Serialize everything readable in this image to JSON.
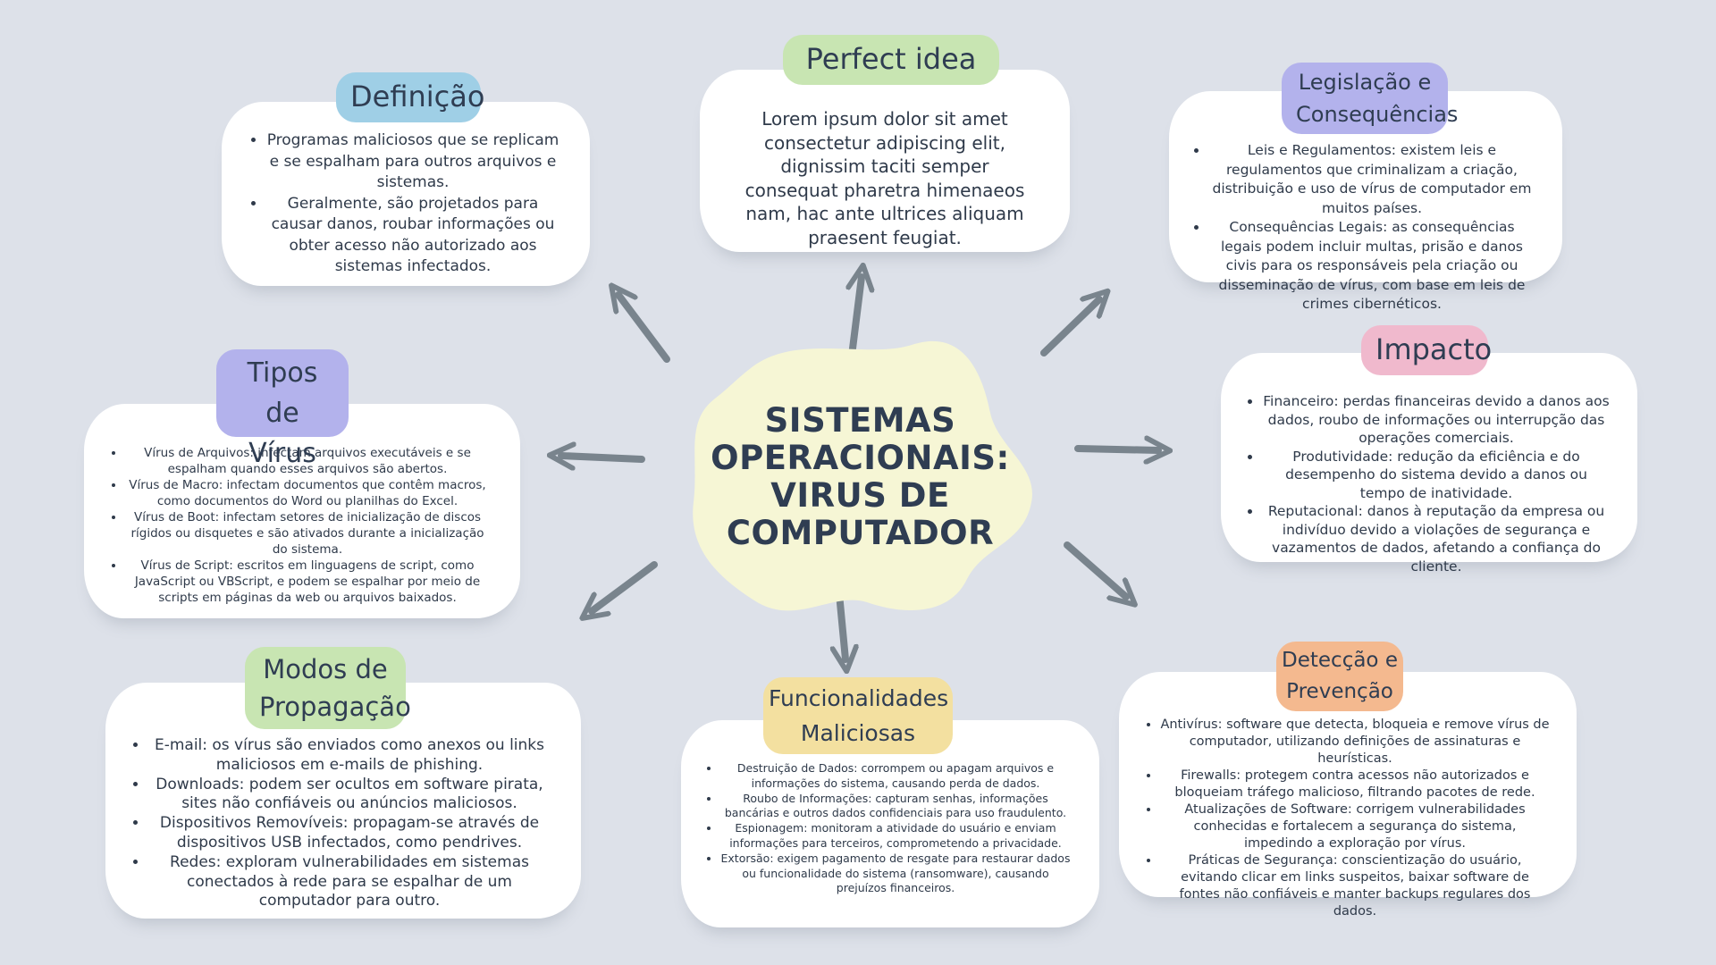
{
  "center": {
    "title_lines": [
      "SISTEMAS",
      "OPERACIONAIS:",
      "VIRUS DE",
      "COMPUTADOR"
    ]
  },
  "colors": {
    "background": "#dde1e9",
    "center_blob": "#f6f6d5",
    "arrow": "#79848d",
    "definicao": "#9fcfe6",
    "perfect_idea": "#c8e5b2",
    "legislacao": "#b3b2ec",
    "impacto": "#f0b9cd",
    "tipos": "#b3b2ec",
    "modos": "#c8e5b2",
    "funcionalidades": "#f3e0a0",
    "deteccao": "#f4b98f"
  },
  "definicao": {
    "title_lines": [
      "Definição"
    ],
    "items": [
      "Programas maliciosos que se replicam e se espalham para outros arquivos e sistemas.",
      "Geralmente, são projetados para causar danos, roubar informações ou obter acesso não autorizado aos sistemas infectados."
    ]
  },
  "perfect_idea": {
    "title_lines": [
      "Perfect  idea"
    ],
    "text": "Lorem ipsum dolor sit amet consectetur adipiscing elit, dignissim taciti semper consequat pharetra himenaeos nam, hac ante ultrices aliquam praesent feugiat."
  },
  "legislacao": {
    "title_lines": [
      "Legislação e",
      "Consequências"
    ],
    "items": [
      "Leis e Regulamentos: existem leis e regulamentos que criminalizam a criação, distribuição e uso de vírus de computador em muitos países.",
      "Consequências Legais: as consequências legais podem incluir multas, prisão e danos civis para os responsáveis pela criação ou disseminação de vírus, com base em leis de crimes cibernéticos."
    ]
  },
  "impacto": {
    "title_lines": [
      "Impacto"
    ],
    "items": [
      "Financeiro: perdas financeiras devido a danos aos dados, roubo de informações ou interrupção das operações comerciais.",
      "Produtividade: redução da eficiência e do desempenho do sistema devido a danos ou tempo de inatividade.",
      "Reputacional: danos à reputação da empresa ou indivíduo devido a violações de segurança e vazamentos de dados, afetando a confiança do cliente."
    ]
  },
  "tipos": {
    "title_lines": [
      "Tipos de",
      "Vírus"
    ],
    "items": [
      "Vírus de Arquivos: infectam arquivos executáveis e se espalham quando esses arquivos são abertos.",
      "Vírus de Macro: infectam documentos que contêm macros, como documentos do Word ou planilhas do Excel.",
      "Vírus de Boot: infectam setores de inicialização de discos rígidos ou disquetes e são ativados durante a inicialização do sistema.",
      "Vírus de Script: escritos em linguagens de script, como JavaScript ou VBScript, e podem se espalhar por meio de scripts em páginas da web ou arquivos baixados."
    ]
  },
  "modos": {
    "title_lines": [
      "Modos de",
      "Propagação"
    ],
    "items": [
      "E-mail: os vírus são enviados como anexos ou links maliciosos em e-mails de phishing.",
      "Downloads: podem ser ocultos em software pirata, sites não confiáveis ou anúncios maliciosos.",
      "Dispositivos Removíveis: propagam-se através de dispositivos USB infectados, como pendrives.",
      "Redes: exploram vulnerabilidades em sistemas conectados à rede para se espalhar de um computador para outro."
    ]
  },
  "funcionalidades": {
    "title_lines": [
      "Funcionalidades",
      "Maliciosas"
    ],
    "items": [
      "Destruição de Dados: corrompem ou apagam arquivos e informações do sistema, causando perda de dados.",
      "Roubo de Informações: capturam senhas, informações bancárias e outros dados confidenciais para uso fraudulento.",
      "Espionagem: monitoram a atividade do usuário e enviam informações para terceiros, comprometendo a privacidade.",
      "Extorsão: exigem pagamento de resgate para restaurar dados ou funcionalidade do sistema (ransomware), causando prejuízos financeiros."
    ]
  },
  "deteccao": {
    "title_lines": [
      "Detecção e",
      "Prevenção"
    ],
    "items": [
      "Antivírus: software que detecta, bloqueia e remove vírus de computador, utilizando definições de assinaturas e heurísticas.",
      "Firewalls: protegem contra acessos não autorizados e bloqueiam tráfego malicioso, filtrando pacotes de rede.",
      "Atualizações de Software: corrigem vulnerabilidades conhecidas e fortalecem a segurança do sistema, impedindo a exploração por vírus.",
      "Práticas de Segurança: conscientização do usuário, evitando clicar em links suspeitos, baixar software de fontes não confiáveis e manter backups regulares dos dados."
    ]
  }
}
